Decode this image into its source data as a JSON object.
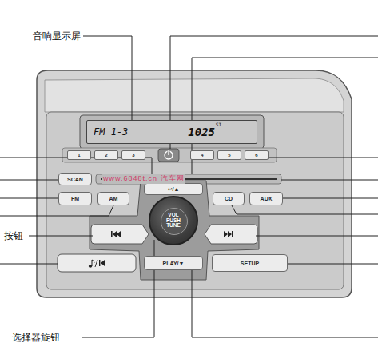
{
  "diagram": {
    "nodes": [
      {
        "text": [
          "FM 1-3",
          "1025",
          "ST"
        ]
      },
      {
        "text": [
          "1"
        ]
      },
      {
        "text": [
          "2"
        ]
      },
      {
        "text": [
          "3"
        ]
      },
      {
        "text": [
          "4"
        ]
      },
      {
        "text": [
          "5"
        ]
      },
      {
        "text": [
          "6"
        ]
      },
      {
        "text": [
          "SCAN"
        ]
      },
      {
        "text": [
          "FM"
        ]
      },
      {
        "text": [
          "AM"
        ]
      },
      {
        "text": [
          "↩/▲"
        ]
      },
      {
        "text": [
          "CD"
        ]
      },
      {
        "text": [
          "AUX"
        ]
      },
      {
        "text": [
          "VOL PUSH TUNE"
        ]
      },
      {
        "text": [
          "PLAY/▼"
        ]
      },
      {
        "text": [
          "SETUP"
        ]
      }
    ],
    "labels": [
      "音响显示屏",
      "www.6848t.cn 汽车网",
      "按钮",
      "选择器旋钮"
    ]
  }
}
